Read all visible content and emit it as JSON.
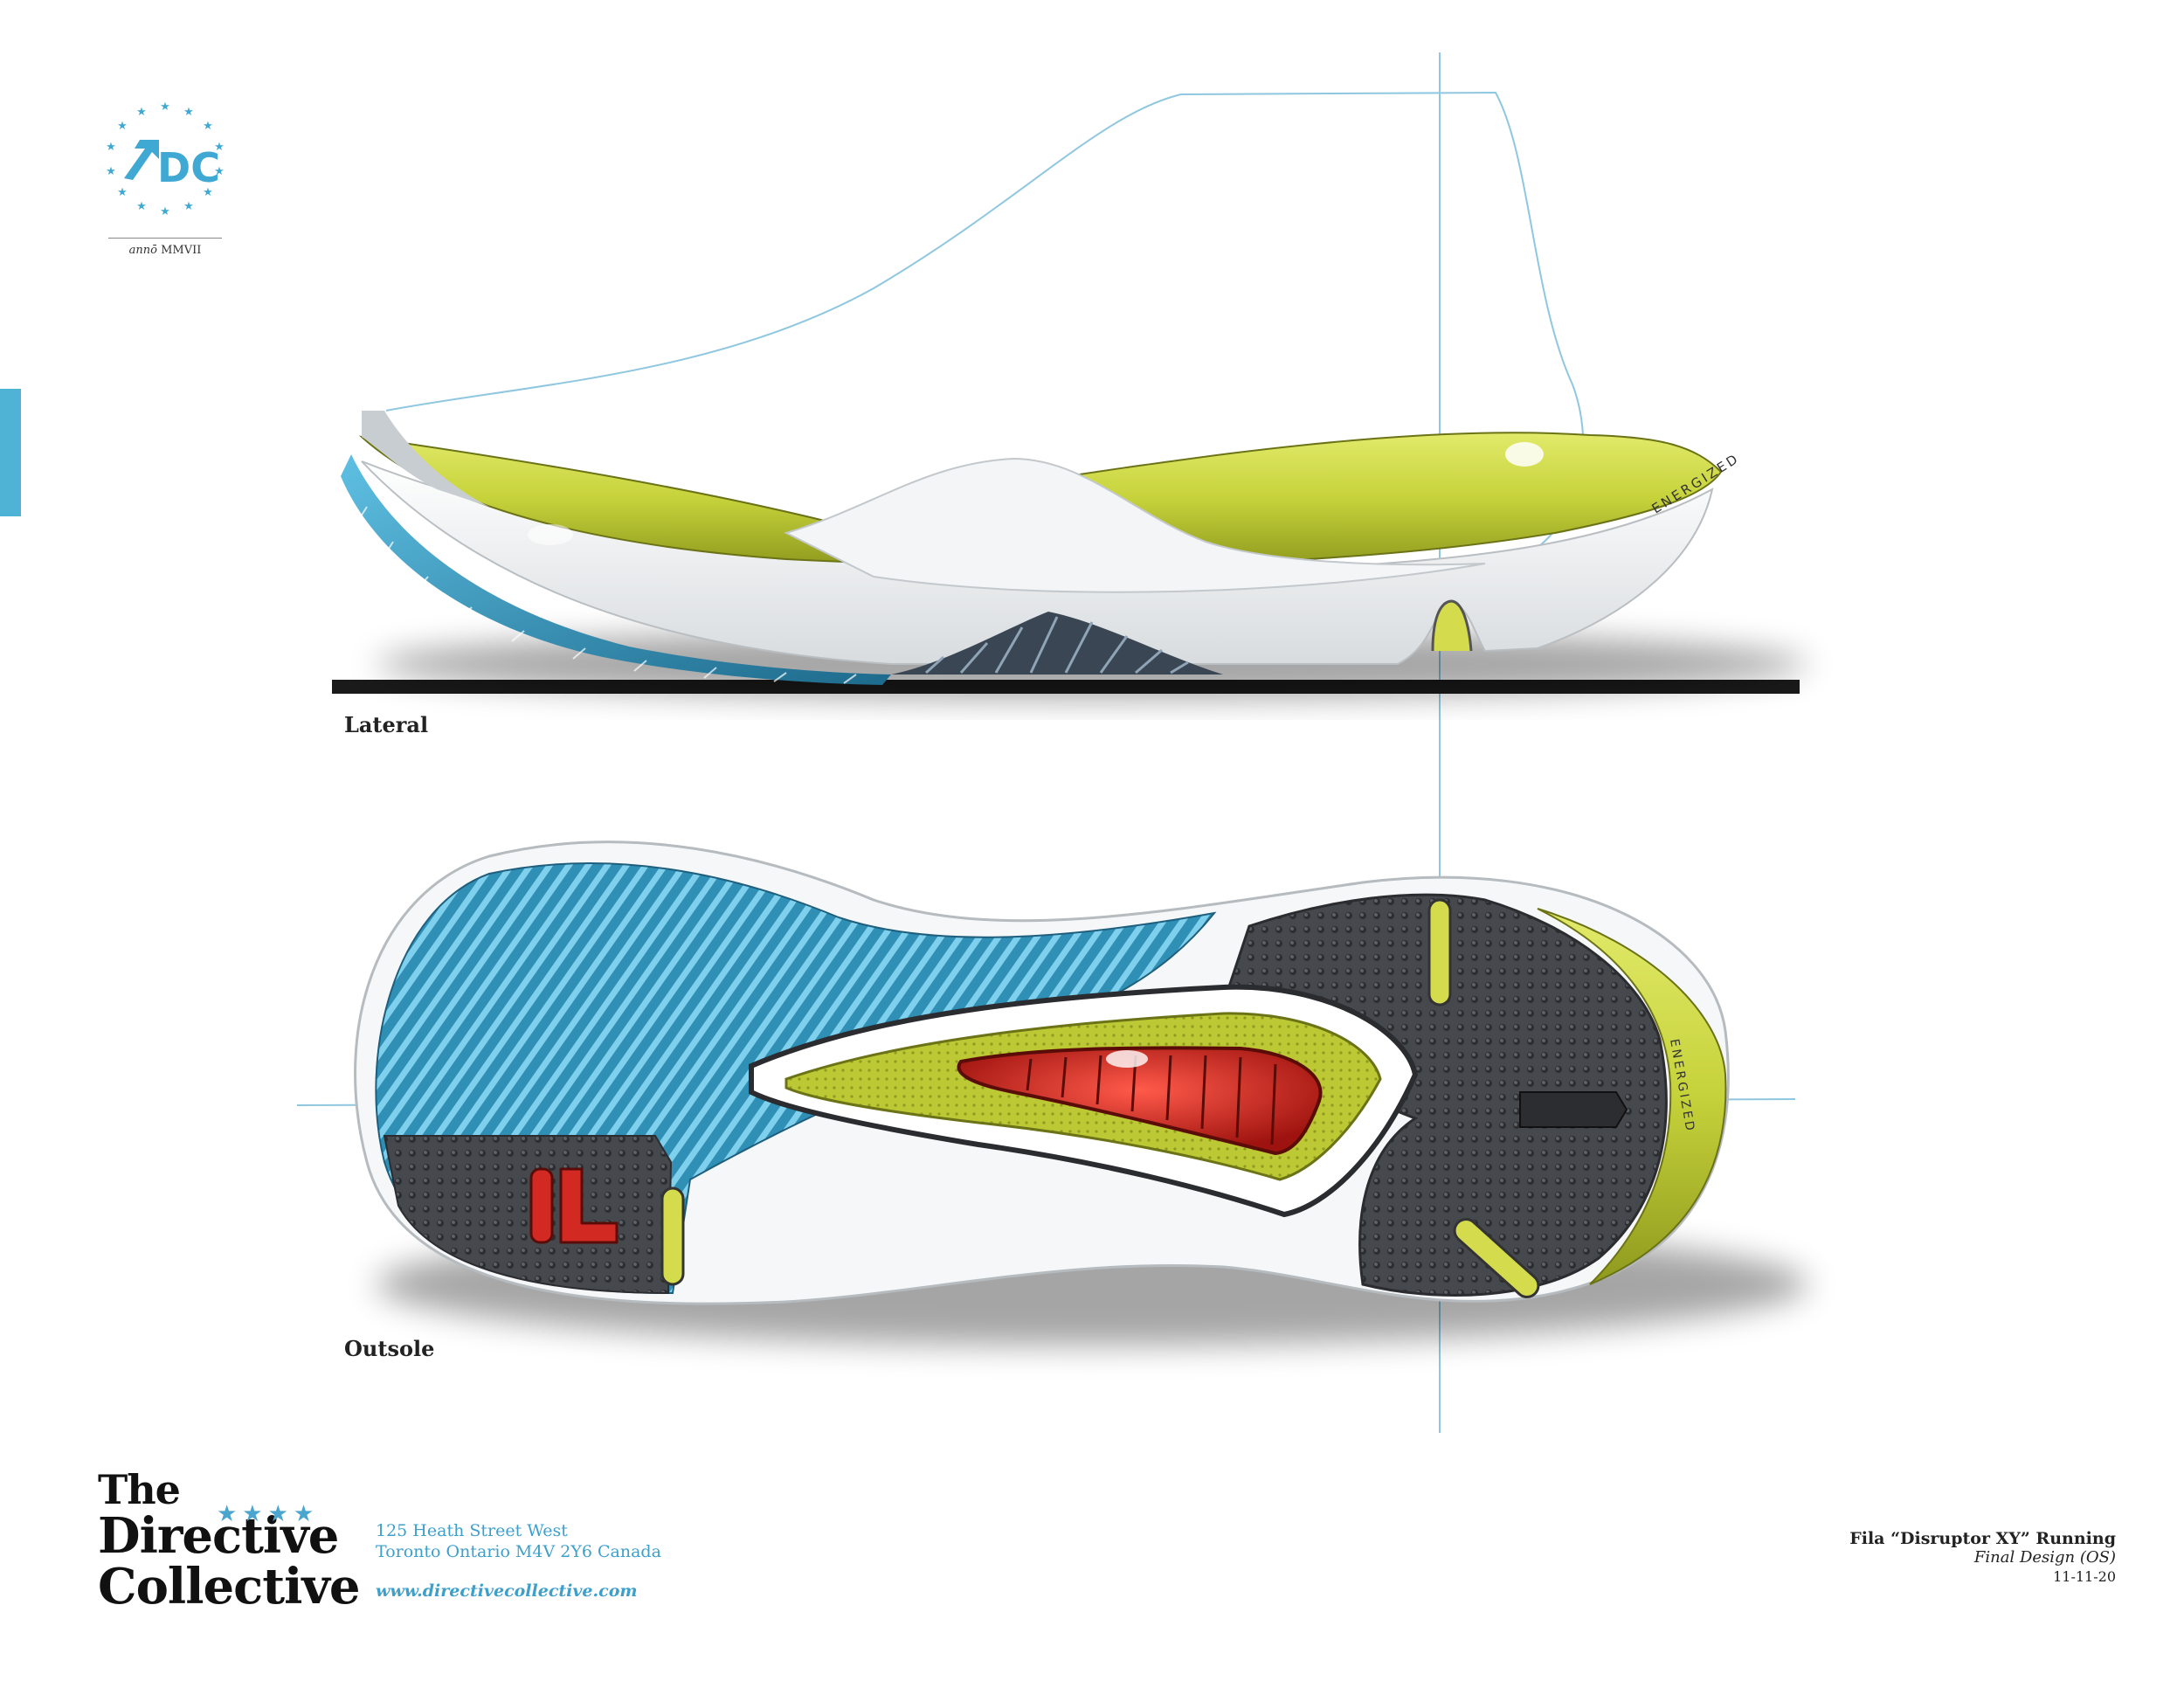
{
  "logo": {
    "monogram": "DC",
    "anno": "annō",
    "year": "MMVII",
    "color": "#3fa9d4"
  },
  "views": {
    "lateral": "Lateral",
    "outsole": "Outsole"
  },
  "sole_text": {
    "lateral_brand": "ENERGIZED",
    "outsole_brand": "ENERGIZED"
  },
  "footer": {
    "company_the": "The",
    "company_line1": "Directive",
    "company_line2": "Collective",
    "stars": "★★★★",
    "address_line1": "125 Heath Street West",
    "address_line2": "Toronto Ontario M4V 2Y6 Canada",
    "website": "www.directivecollective.com"
  },
  "project": {
    "title": "Fila “Disruptor XY” Running",
    "subtitle": "Final Design (OS)",
    "date": "11-11-20"
  },
  "colors": {
    "accent_blue": "#4fb3d6",
    "lime": "#c8d43a",
    "outsole_blue": "#2f8fb5",
    "rubber_gray": "#4a4d52",
    "red_pod": "#d22a22"
  }
}
